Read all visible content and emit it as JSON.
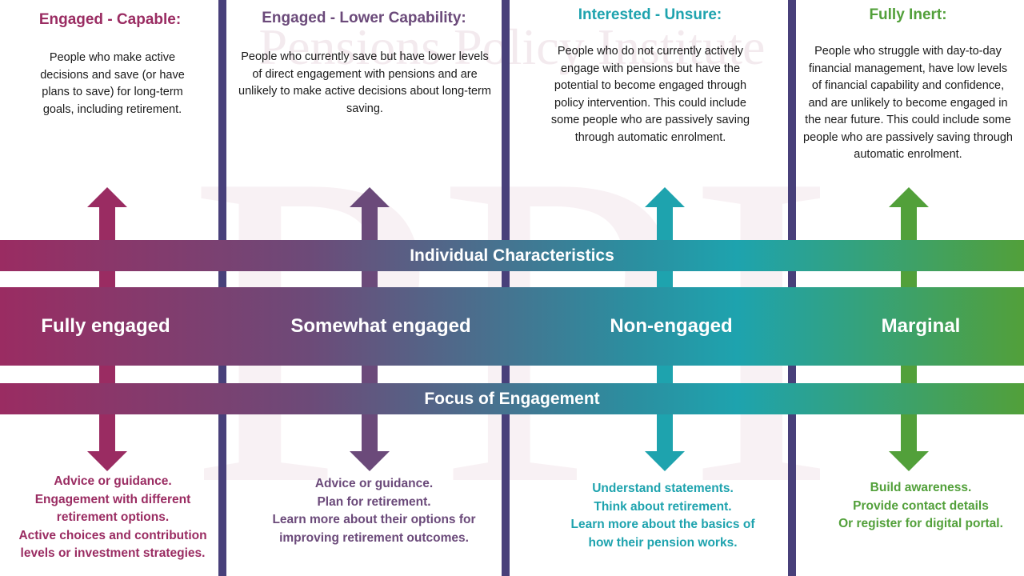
{
  "watermark": {
    "text": "Pensions Policy Institute",
    "letters": "PPI"
  },
  "bands": {
    "top_label": "Individual Characteristics",
    "bottom_label": "Focus of Engagement"
  },
  "colors": {
    "magenta": "#9a2c62",
    "purple": "#6b4a7a",
    "teal": "#1ea3ae",
    "green": "#52a03a",
    "divider": "#48407a"
  },
  "columns": [
    {
      "title": "Engaged - Capable:",
      "level": "Fully engaged",
      "description": "People who make active decisions and save (or have plans to save) for long-term goals, including retirement.",
      "focus": [
        "Advice or guidance.",
        "Engagement with different retirement options.",
        "Active choices and contribution levels or investment strategies."
      ]
    },
    {
      "title": "Engaged - Lower Capability:",
      "level": "Somewhat engaged",
      "description": "People who currently save but have lower levels of direct engagement with pensions and are unlikely to make active decisions about long-term saving.",
      "focus": [
        "Advice or guidance.",
        "Plan for retirement.",
        "Learn more about their options for improving retirement outcomes."
      ]
    },
    {
      "title": "Interested - Unsure:",
      "level": "Non-engaged",
      "description": "People who do not currently actively engage with pensions but have the potential to become engaged through policy intervention. This could include some people who are passively saving through automatic enrolment.",
      "focus": [
        "Understand statements.",
        "Think about retirement.",
        "Learn more about the basics of how their pension works."
      ]
    },
    {
      "title": "Fully Inert:",
      "level": "Marginal",
      "description": "People who struggle with day-to-day financial management, have low levels of financial capability and confidence, and are unlikely to become engaged in the near future. This could include some people who are passively saving through automatic enrolment.",
      "focus": [
        "Build awareness.",
        "Provide contact details",
        "Or register for digital portal."
      ]
    }
  ]
}
